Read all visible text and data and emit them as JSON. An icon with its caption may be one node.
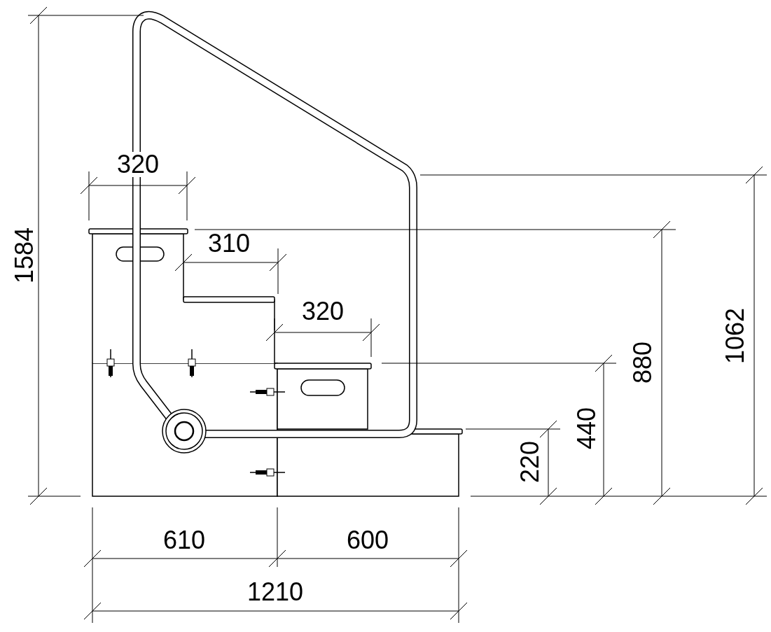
{
  "diagram": {
    "labels": [
      "320",
      "310",
      "320",
      "1584",
      "1062",
      "880",
      "440",
      "220",
      "610",
      "600",
      "1210"
    ]
  }
}
